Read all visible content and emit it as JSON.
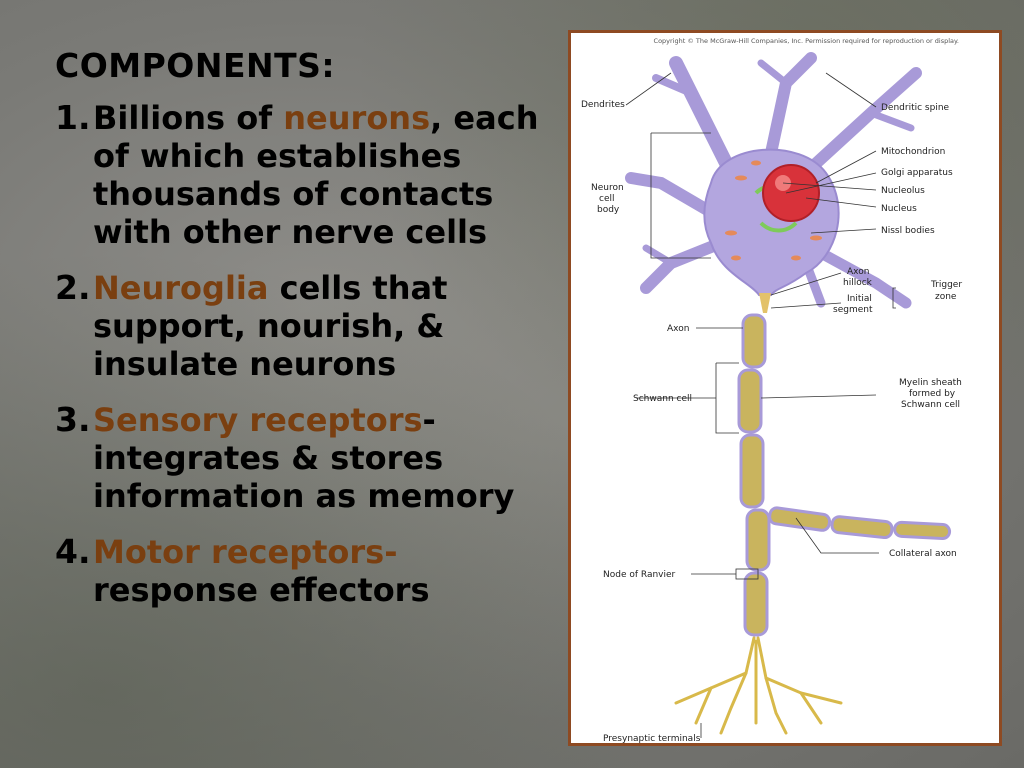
{
  "heading": "COMPONENTS:",
  "items": [
    {
      "num": "1.",
      "pre": "Billions of ",
      "highlight": "neurons",
      "post": ", each of which establishes thousands of contacts with other nerve cells"
    },
    {
      "num": "2.",
      "pre": "",
      "highlight": "Neuroglia",
      "post": " cells that support, nourish, & insulate neurons"
    },
    {
      "num": "3.",
      "pre": "",
      "highlight": "Sensory receptors",
      "post": "- integrates & stores information as memory"
    },
    {
      "num": "4.",
      "pre": "",
      "highlight": "Motor receptors-",
      "post": " response effectors"
    }
  ],
  "figure": {
    "copyright": "Copyright © The McGraw-Hill Companies, Inc. Permission required for reproduction or display.",
    "labels": {
      "dendrites": "Dendrites",
      "dendritic_spine": "Dendritic spine",
      "mitochondrion": "Mitochondrion",
      "golgi": "Golgi apparatus",
      "nucleolus": "Nucleolus",
      "nucleus": "Nucleus",
      "nissl": "Nissl bodies",
      "cell_body_1": "Neuron",
      "cell_body_2": "cell",
      "cell_body_3": "body",
      "axon_hillock_1": "Axon",
      "axon_hillock_2": "hillock",
      "initial_seg_1": "Initial",
      "initial_seg_2": "segment",
      "trigger_1": "Trigger",
      "trigger_2": "zone",
      "axon": "Axon",
      "myelin_1": "Myelin sheath",
      "myelin_2": "formed by",
      "myelin_3": "Schwann cell",
      "schwann": "Schwann cell",
      "collateral": "Collateral axon",
      "ranvier": "Node of Ranvier",
      "presynaptic": "Presynaptic terminals"
    }
  },
  "colors": {
    "highlight": "#7a3f10",
    "frame": "#8e4a22",
    "cell": "#b3a6df",
    "nucleus": "#d8323a",
    "myelin": "#c9b45e"
  }
}
